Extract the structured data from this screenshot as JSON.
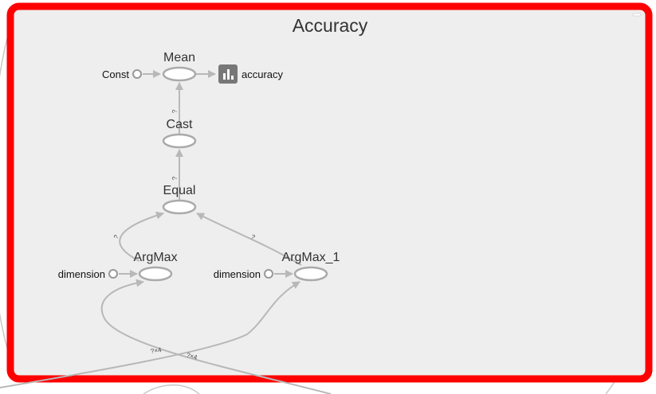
{
  "graph": {
    "title": "Accuracy",
    "nodes": {
      "mean": "Mean",
      "cast": "Cast",
      "equal": "Equal",
      "argmax": "ArgMax",
      "argmax_1": "ArgMax_1"
    },
    "inputs": {
      "const": "Const",
      "dimension": "dimension",
      "dimension_1": "dimension"
    },
    "summary": {
      "label": "accuracy",
      "icon": "bar-chart-icon"
    },
    "edge_labels": {
      "mean_in": "?",
      "cast_in": "?",
      "equal_left": "?",
      "equal_right": "?",
      "argmax_in": "?×4",
      "argmax_1_in": "?×4"
    },
    "colors": {
      "border": "#ff0000",
      "panel": "#eeeeee",
      "edge": "#b8b8b8",
      "node_stroke": "#aaaaaa",
      "summary_bg": "#777777"
    }
  }
}
